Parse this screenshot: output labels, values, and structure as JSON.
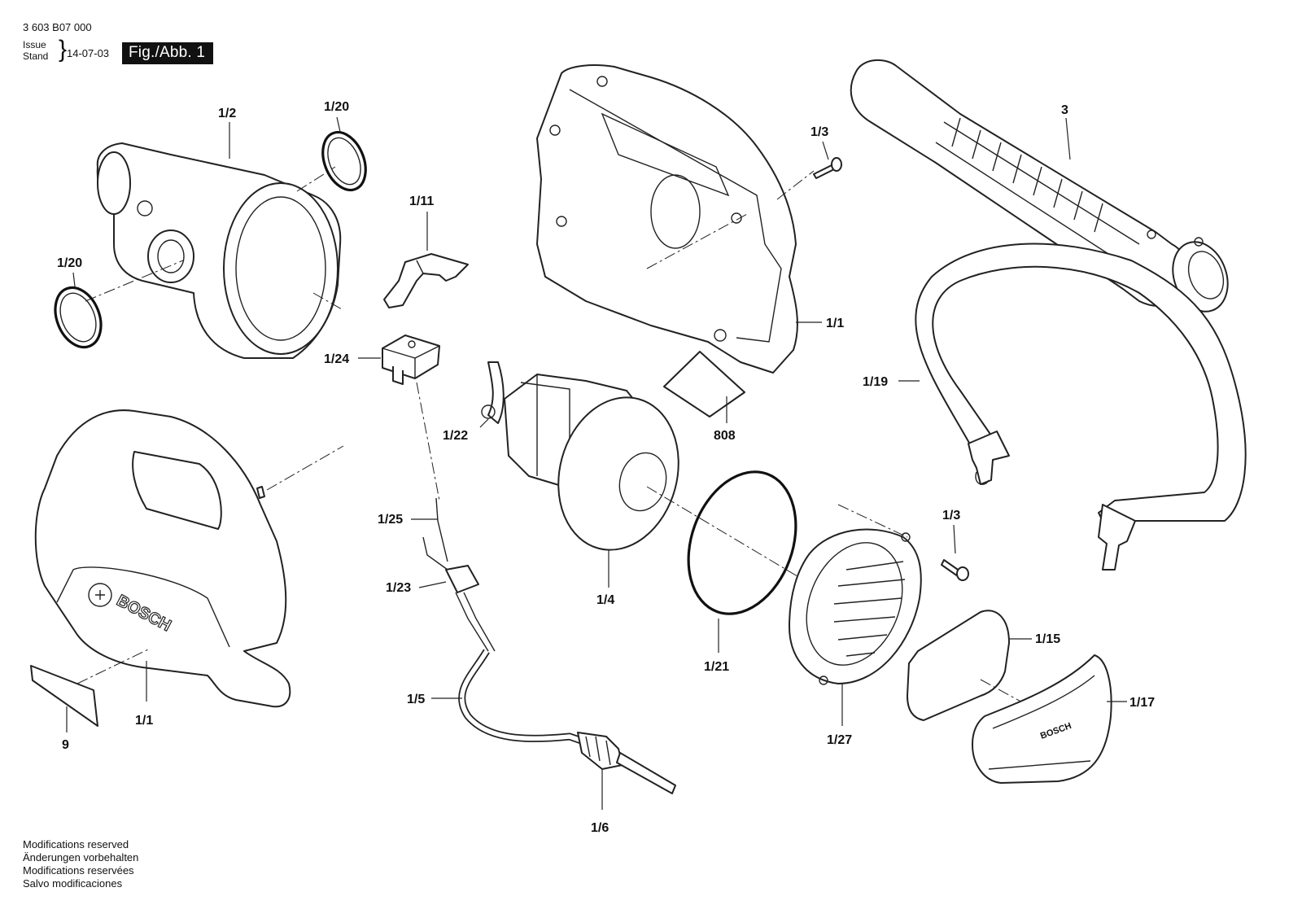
{
  "header": {
    "doc_number": "3 603 B07 000",
    "issue_label": "Issue",
    "stand_label": "Stand",
    "date": "14-07-03",
    "figure": "Fig./Abb. 1"
  },
  "footer": {
    "lines": [
      "Modifications reserved",
      "Änderungen vorbehalten",
      "Modifications reservées",
      "Salvo modificaciones"
    ]
  },
  "parts": {
    "p1_2": "1/2",
    "p1_20_top": "1/20",
    "p1_20_left": "1/20",
    "p1_11": "1/11",
    "p1_24": "1/24",
    "p1_3_top": "1/3",
    "p3": "3",
    "p1_1_right": "1/1",
    "p808": "808",
    "p1_19": "1/19",
    "p1_22": "1/22",
    "p1_25": "1/25",
    "p1_23": "1/23",
    "p1_4": "1/4",
    "p1_21": "1/21",
    "p1_3_mid": "1/3",
    "p1_15": "1/15",
    "p1_17": "1/17",
    "p1_27": "1/27",
    "p1_5": "1/5",
    "p1_6": "1/6",
    "p1_1_left": "1/1",
    "p9": "9"
  },
  "brand": "BOSCH"
}
